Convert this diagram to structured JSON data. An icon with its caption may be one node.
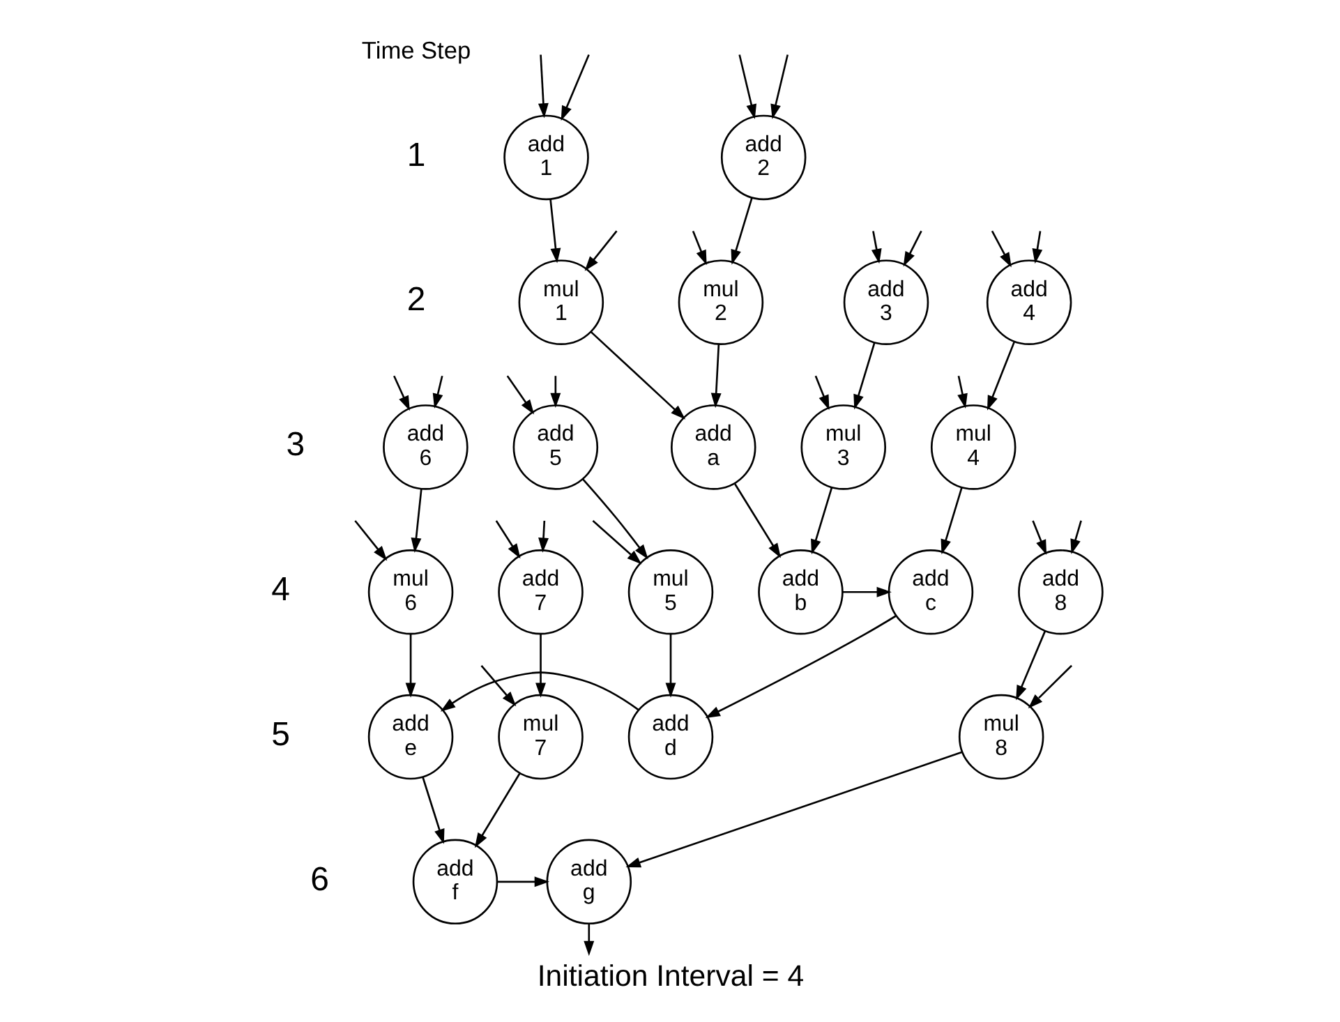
{
  "diagram": {
    "caption": "Initiation Interval = 4",
    "nodes": [
      {
        "text": [
          "add 1"
        ]
      },
      {
        "text": [
          "add 2"
        ]
      },
      {
        "text": [
          "mul 1"
        ]
      },
      {
        "text": [
          "mul 2"
        ]
      },
      {
        "text": [
          "add 3"
        ]
      },
      {
        "text": [
          "add 4"
        ]
      },
      {
        "text": [
          "add a"
        ]
      },
      {
        "text": [
          "mul 3"
        ]
      },
      {
        "text": [
          "mul 4"
        ]
      },
      {
        "text": [
          "add 5"
        ]
      },
      {
        "text": [
          "add 6"
        ]
      },
      {
        "text": [
          "add b"
        ]
      },
      {
        "text": [
          "add c"
        ]
      },
      {
        "text": [
          "mul 5"
        ]
      },
      {
        "text": [
          "mul 6"
        ]
      },
      {
        "text": [
          "add 7"
        ]
      },
      {
        "text": [
          "add 8"
        ]
      },
      {
        "text": [
          "add d"
        ]
      },
      {
        "text": [
          "add e"
        ]
      },
      {
        "text": [
          "mul 7"
        ]
      },
      {
        "text": [
          "mul 8"
        ]
      },
      {
        "text": [
          "add f"
        ]
      },
      {
        "text": [
          "add g"
        ]
      }
    ],
    "edges": [
      {
        "from": null,
        "to": 0,
        "arrow": "to"
      },
      {
        "from": null,
        "to": 0,
        "arrow": "to"
      },
      {
        "from": null,
        "to": 1,
        "arrow": "to"
      },
      {
        "from": null,
        "to": 1,
        "arrow": "to"
      },
      {
        "from": null,
        "to": 2,
        "arrow": "to"
      },
      {
        "from": 0,
        "to": 2,
        "arrow": "to"
      },
      {
        "from": null,
        "to": 3,
        "arrow": "to"
      },
      {
        "from": 1,
        "to": 3,
        "arrow": "to"
      },
      {
        "from": null,
        "to": 4,
        "arrow": "to"
      },
      {
        "from": null,
        "to": 4,
        "arrow": "to"
      },
      {
        "from": null,
        "to": 5,
        "arrow": "to"
      },
      {
        "from": null,
        "to": 5,
        "arrow": "to"
      },
      {
        "from": 2,
        "to": 6,
        "arrow": "to"
      },
      {
        "from": 3,
        "to": 6,
        "arrow": "to"
      },
      {
        "from": null,
        "to": 7,
        "arrow": "to"
      },
      {
        "from": 4,
        "to": 7,
        "arrow": "to"
      },
      {
        "from": null,
        "to": 8,
        "arrow": "to"
      },
      {
        "from": 5,
        "to": 8,
        "arrow": "to"
      },
      {
        "from": null,
        "to": 9,
        "arrow": "to"
      },
      {
        "from": null,
        "to": 9,
        "arrow": "to"
      },
      {
        "from": null,
        "to": 10,
        "arrow": "to"
      },
      {
        "from": null,
        "to": 10,
        "arrow": "to"
      },
      {
        "from": 6,
        "to": 11,
        "arrow": "to"
      },
      {
        "from": 7,
        "to": 11,
        "arrow": "to"
      },
      {
        "from": 11,
        "to": 12,
        "arrow": "to"
      },
      {
        "from": 8,
        "to": 12,
        "arrow": "to"
      },
      {
        "from": null,
        "to": 13,
        "arrow": "to"
      },
      {
        "from": 9,
        "to": 13,
        "arrow": "to"
      },
      {
        "from": null,
        "to": 14,
        "arrow": "to"
      },
      {
        "from": 10,
        "to": 14,
        "arrow": "to"
      },
      {
        "from": null,
        "to": 15,
        "arrow": "to"
      },
      {
        "from": null,
        "to": 15,
        "arrow": "to"
      },
      {
        "from": null,
        "to": 16,
        "arrow": "to"
      },
      {
        "from": null,
        "to": 16,
        "arrow": "to"
      },
      {
        "from": 12,
        "to": 17,
        "arrow": "to"
      },
      {
        "from": 13,
        "to": 17,
        "arrow": "to"
      },
      {
        "from": 17,
        "to": 18,
        "arrow": "to"
      },
      {
        "from": 14,
        "to": 18,
        "arrow": "to"
      },
      {
        "from": null,
        "to": 19,
        "arrow": "to"
      },
      {
        "from": 15,
        "to": 19,
        "arrow": "to"
      },
      {
        "from": null,
        "to": 20,
        "arrow": "to"
      },
      {
        "from": 16,
        "to": 20,
        "arrow": "to"
      },
      {
        "from": 18,
        "to": 21,
        "arrow": "to"
      },
      {
        "from": 19,
        "to": 21,
        "arrow": "to"
      },
      {
        "from": 21,
        "to": 22,
        "arrow": "to"
      },
      {
        "from": 20,
        "to": 22,
        "arrow": "to"
      },
      {
        "from": 22,
        "to": null,
        "arrow": "to"
      }
    ],
    "labels": [
      "Time Step",
      "1",
      "2",
      "3",
      "4",
      "5",
      "6"
    ]
  }
}
